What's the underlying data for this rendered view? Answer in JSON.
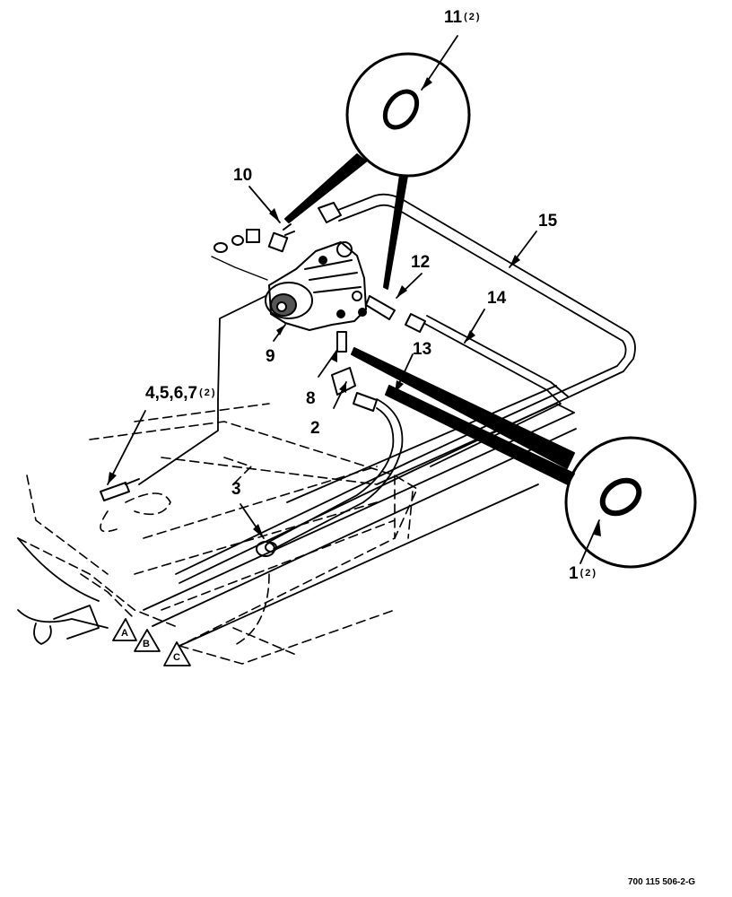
{
  "callouts": {
    "c11": {
      "num": "11",
      "qty": "(2)"
    },
    "c10": {
      "num": "10",
      "qty": ""
    },
    "c15": {
      "num": "15",
      "qty": ""
    },
    "c12": {
      "num": "12",
      "qty": ""
    },
    "c14": {
      "num": "14",
      "qty": ""
    },
    "c13": {
      "num": "13",
      "qty": ""
    },
    "c9": {
      "num": "9",
      "qty": ""
    },
    "c4567": {
      "num": "4,5,6,7",
      "qty": "(2)"
    },
    "c8": {
      "num": "8",
      "qty": ""
    },
    "c2": {
      "num": "2",
      "qty": ""
    },
    "c3": {
      "num": "3",
      "qty": ""
    },
    "c1": {
      "num": "1",
      "qty": "(2)"
    }
  },
  "connection_markers": [
    "A",
    "B",
    "C"
  ],
  "figure_ref": "700 115 506-2-G"
}
